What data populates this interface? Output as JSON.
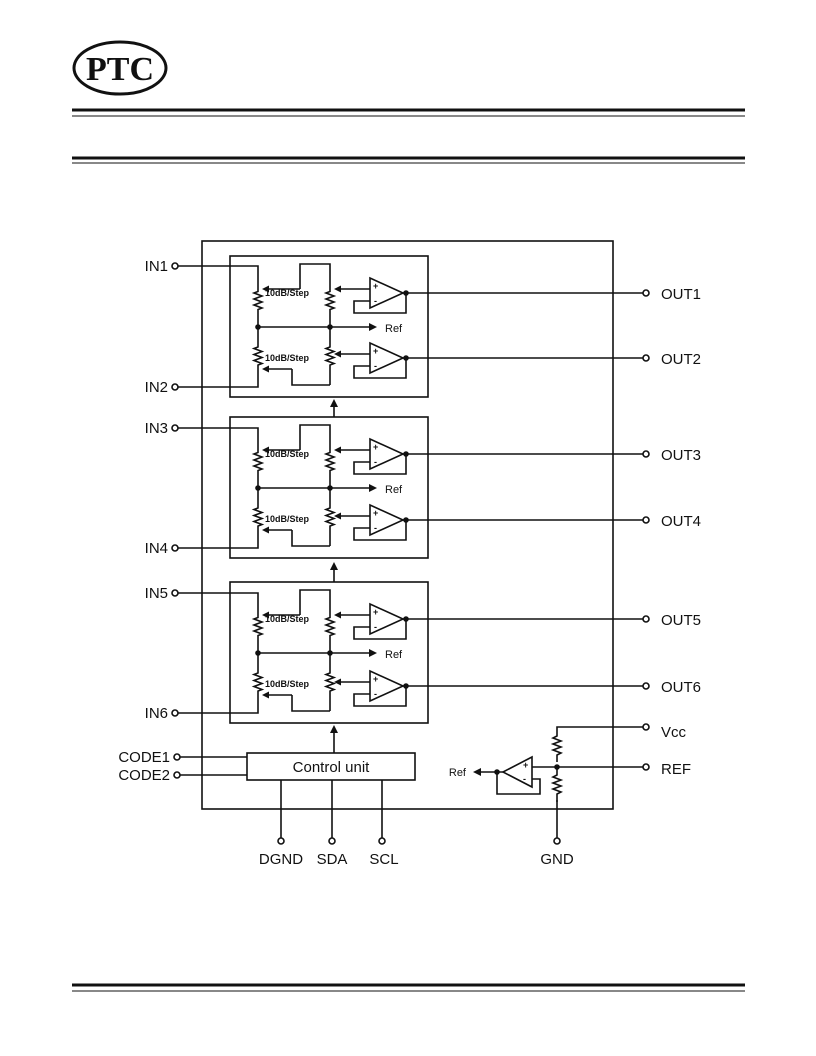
{
  "header": {
    "logo_text": "PTC"
  },
  "diagram": {
    "volume_label": "10dB/Step",
    "ref_label": "Ref",
    "control_unit_label": "Control unit",
    "inputs": [
      "IN1",
      "IN2",
      "IN3",
      "IN4",
      "IN5",
      "IN6"
    ],
    "outputs": [
      "OUT1",
      "OUT2",
      "OUT3",
      "OUT4",
      "OUT5",
      "OUT6"
    ],
    "code_pins": [
      "CODE1",
      "CODE2"
    ],
    "bottom_pins": [
      "DGND",
      "SDA",
      "SCL",
      "GND"
    ],
    "power_pins": [
      "Vcc",
      "REF"
    ]
  },
  "colors": {
    "ink": "#111111",
    "background": "#ffffff"
  }
}
